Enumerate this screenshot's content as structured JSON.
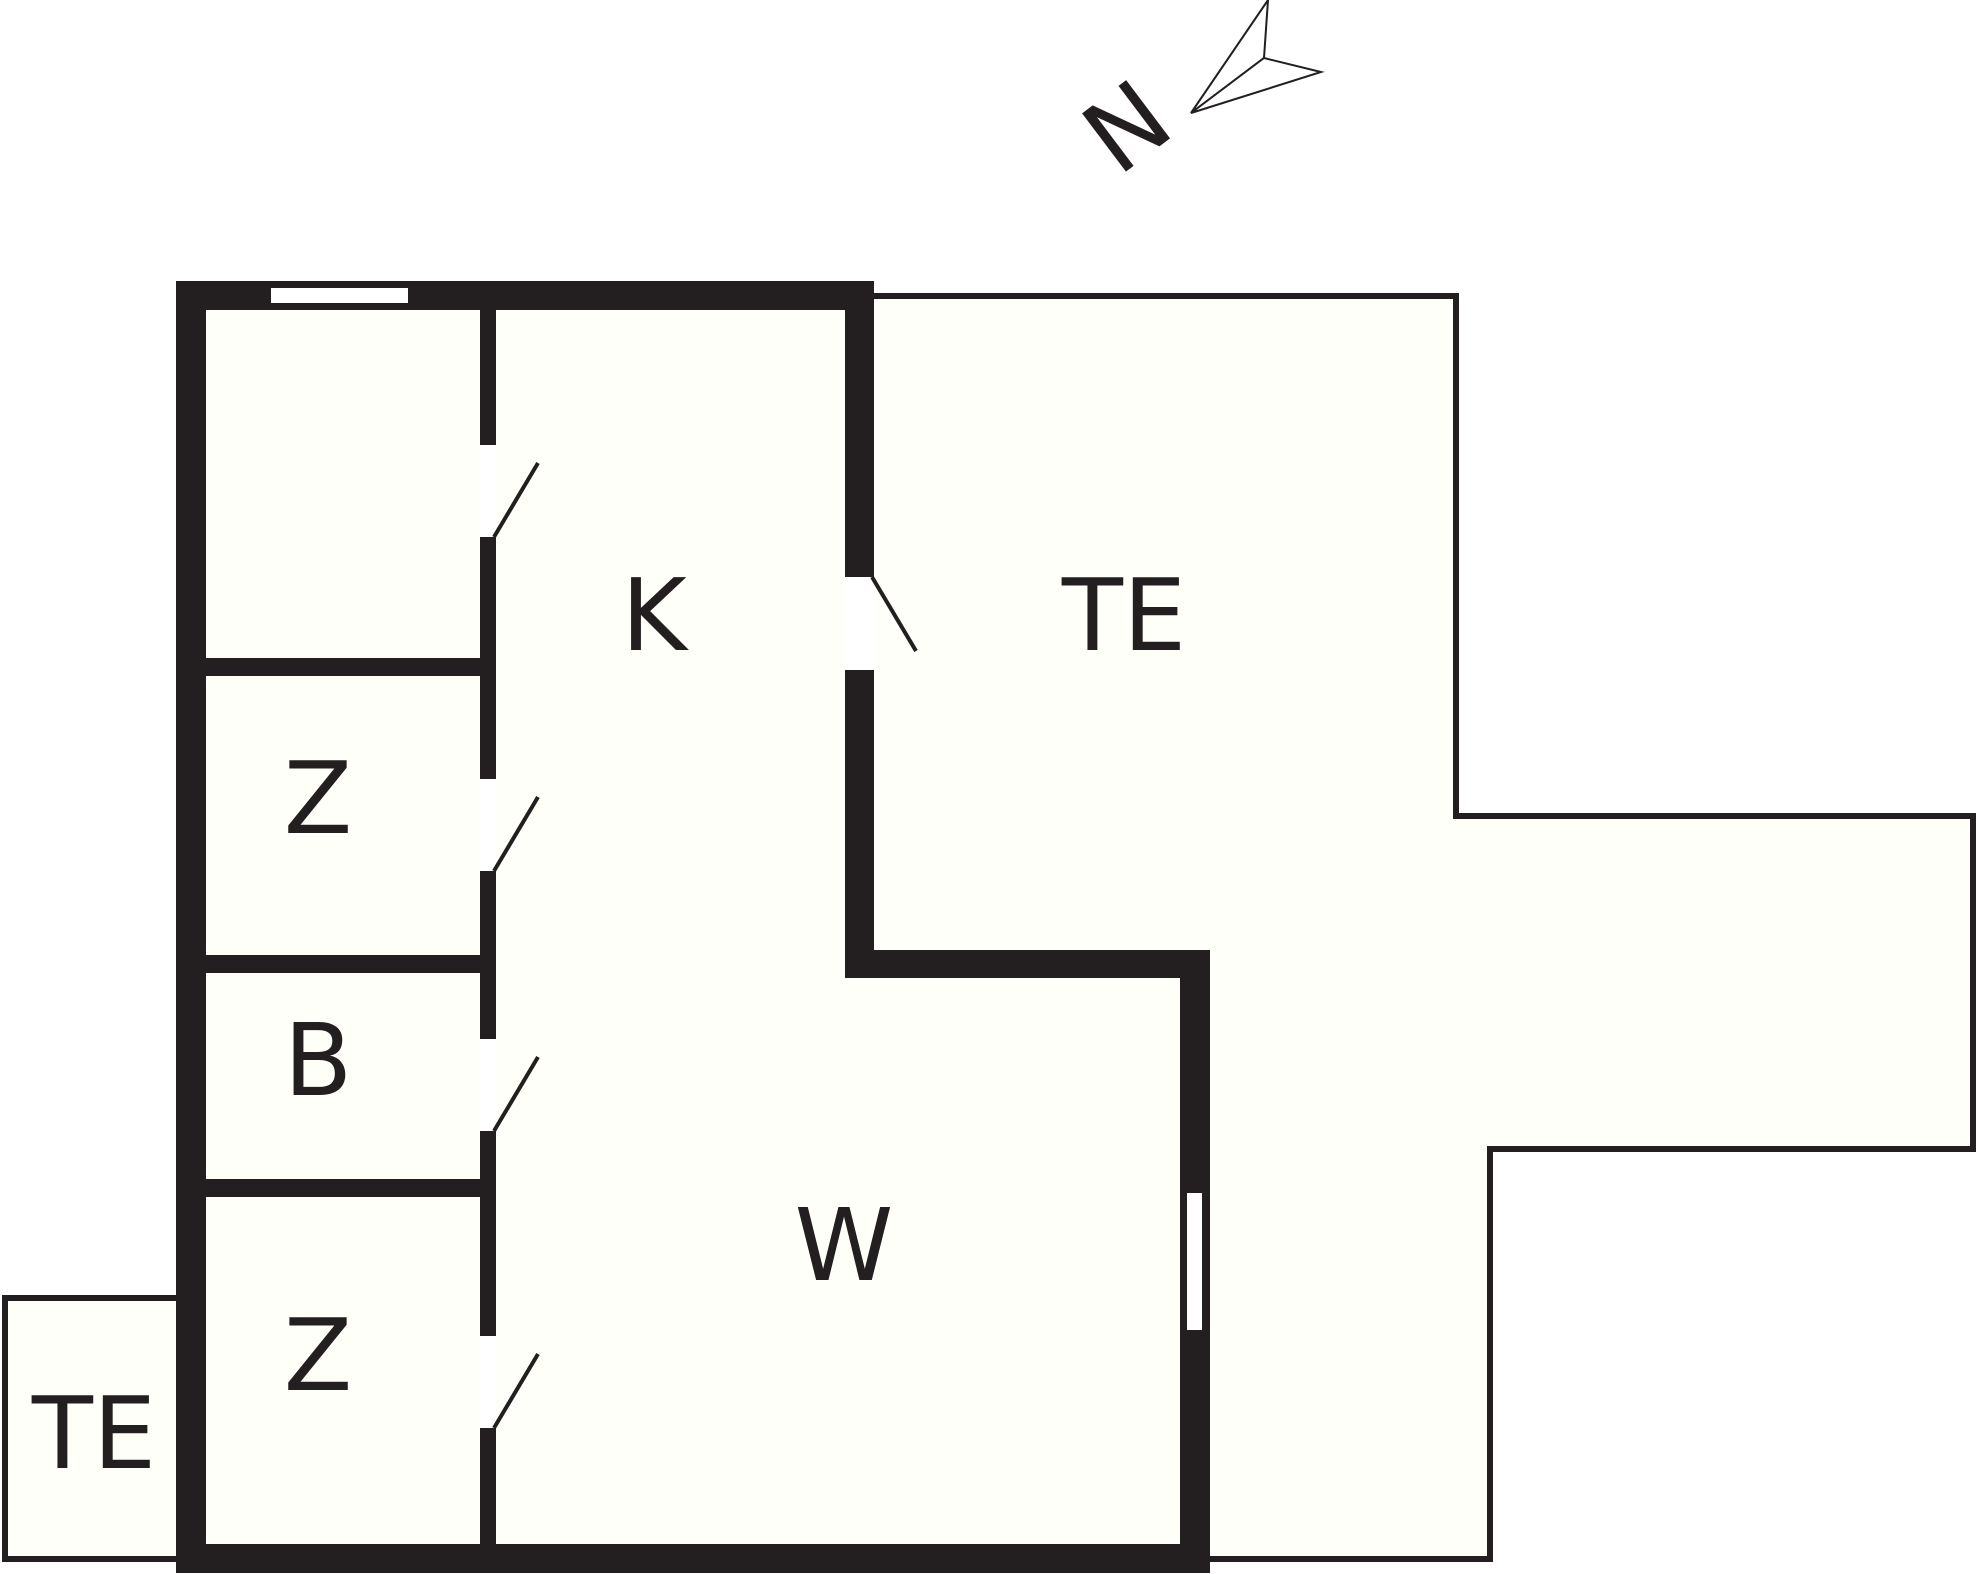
{
  "compass": {
    "letter": "N"
  },
  "rooms": [
    {
      "id": "kitchen",
      "label": "K"
    },
    {
      "id": "terrace-large",
      "label": "TE"
    },
    {
      "id": "room-upper",
      "label": "Z"
    },
    {
      "id": "bathroom",
      "label": "B"
    },
    {
      "id": "room-lower",
      "label": "Z"
    },
    {
      "id": "living-room",
      "label": "W"
    },
    {
      "id": "terrace-small",
      "label": "TE"
    }
  ],
  "colors": {
    "wall": "#231f20",
    "floor": "#fffffa",
    "background": "#ffffff"
  }
}
